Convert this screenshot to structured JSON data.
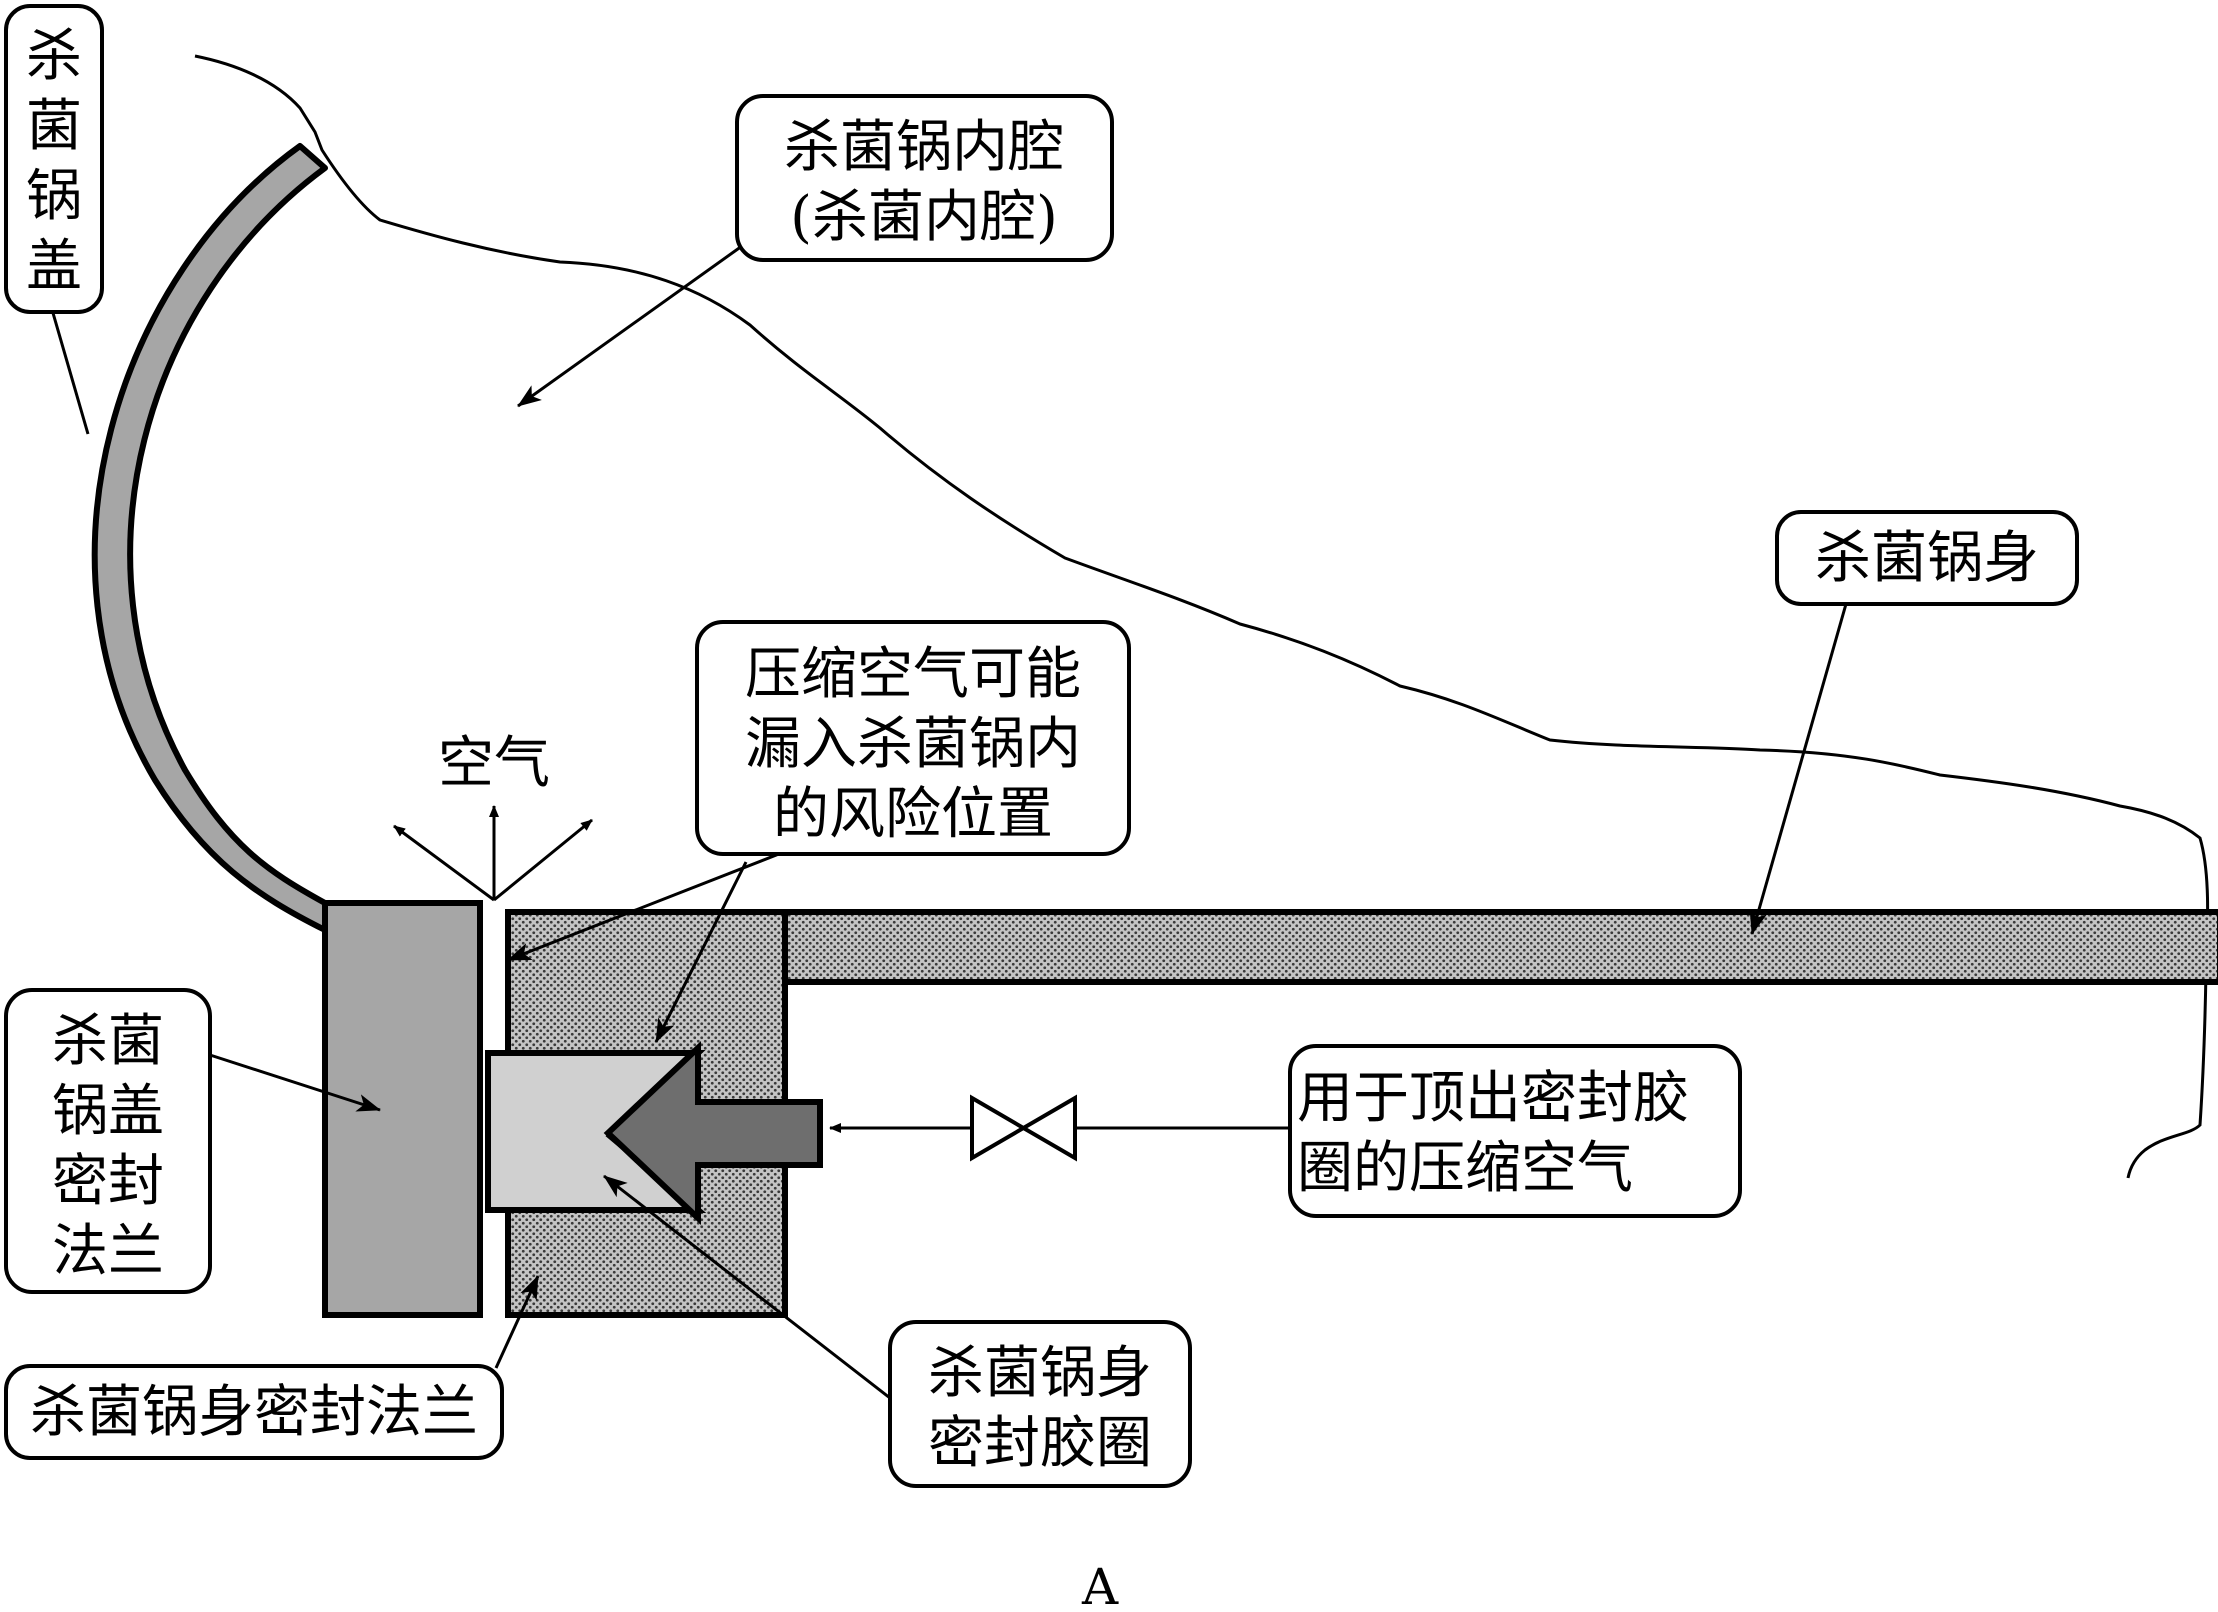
{
  "labels": {
    "lid_vertical": [
      "杀",
      "菌",
      "锅",
      "盖"
    ],
    "inner_cavity": [
      "杀菌锅内腔",
      "(杀菌内腔)"
    ],
    "body": "杀菌锅身",
    "risk_location": [
      "压缩空气可能",
      "漏入杀菌锅内",
      "的风险位置"
    ],
    "air": "空气",
    "lid_flange": [
      "杀菌",
      "锅盖",
      "密封",
      "法兰"
    ],
    "compressed_air": [
      "用于顶出密封胶",
      "圈的压缩空气"
    ],
    "body_flange": "杀菌锅身密封法兰",
    "gasket": [
      "杀菌锅身",
      "密封胶圈"
    ]
  },
  "caption": "A",
  "colors": {
    "stroke": "#000000",
    "lid": "#a6a6a6",
    "gasket": "#d0d0d0",
    "arrow_piston": "#6e6e6e",
    "hatch_bg": "#c4c4c4",
    "hatch_dot": "#3a3a3a",
    "background": "#ffffff"
  },
  "icons": {
    "valve": "bowtie-valve-icon"
  }
}
